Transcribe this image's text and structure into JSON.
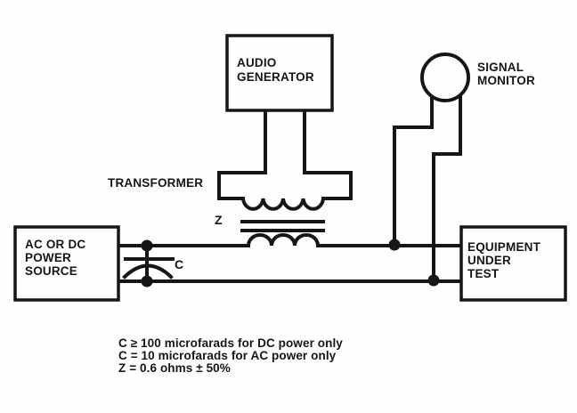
{
  "diagram": {
    "audio_generator": {
      "line1": "AUDIO",
      "line2": "GENERATOR"
    },
    "signal_monitor": {
      "line1": "SIGNAL",
      "line2": "MONITOR"
    },
    "transformer_label": "TRANSFORMER",
    "impedance_label": "Z",
    "capacitor_label": "C",
    "power_source": {
      "line1": "AC OR DC",
      "line2": "POWER",
      "line3": "SOURCE"
    },
    "equipment_under_test": {
      "line1": "EQUIPMENT",
      "line2": "UNDER",
      "line3": "TEST"
    },
    "notes": {
      "line1": "C ≥ 100 microfarads for DC power only",
      "line2": "C = 10 microfarads for AC power only",
      "line3": "Z = 0.6 ohms ± 50%"
    },
    "colors": {
      "ink": "#161616",
      "background": "#fefefe"
    }
  }
}
